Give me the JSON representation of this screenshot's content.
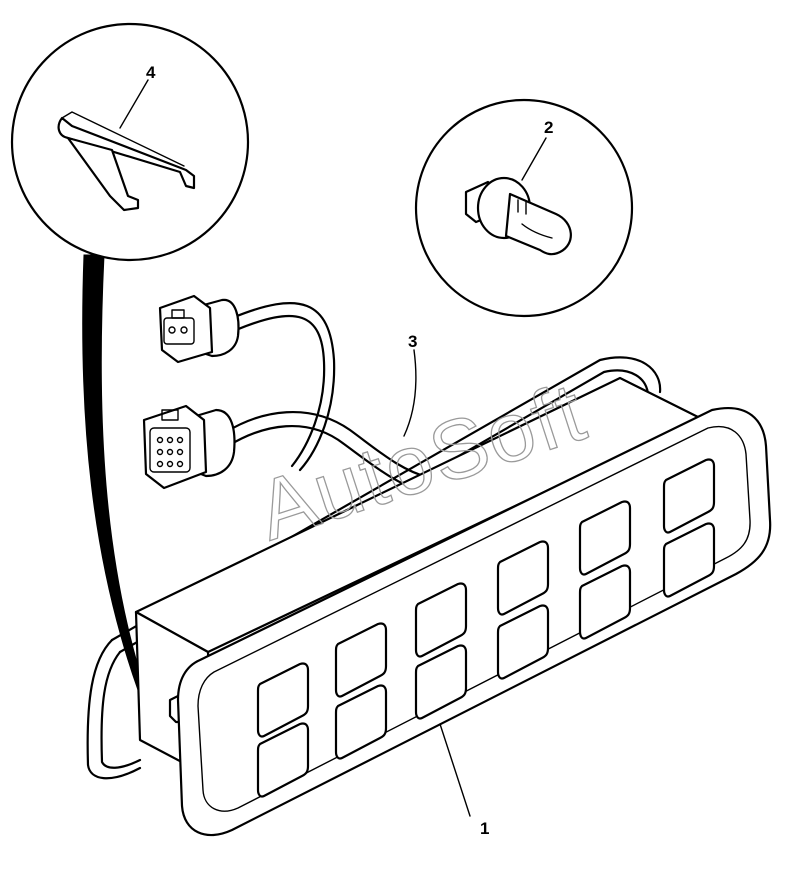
{
  "callouts": [
    {
      "id": "1",
      "label": "1"
    },
    {
      "id": "2",
      "label": "2"
    },
    {
      "id": "3",
      "label": "3"
    },
    {
      "id": "4",
      "label": "4"
    }
  ],
  "watermark": "AutoSoft",
  "colors": {
    "line": "#000000",
    "background": "#ffffff",
    "watermark": "#9a9a9a"
  }
}
